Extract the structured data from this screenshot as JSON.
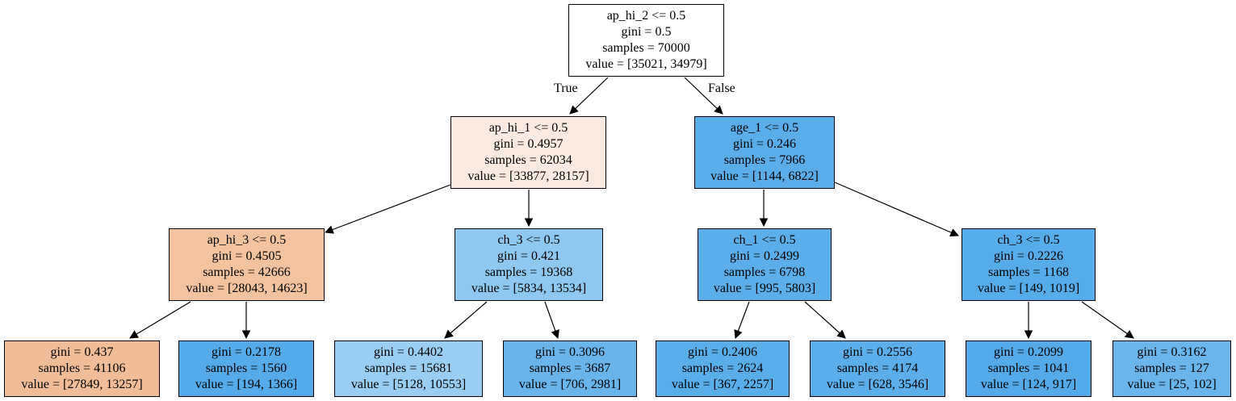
{
  "tree": {
    "branch_labels": {
      "true_label": "True",
      "false_label": "False"
    },
    "nodes": {
      "n0": {
        "split": "ap_hi_2 <= 0.5",
        "gini": "gini = 0.5",
        "samples": "samples = 70000",
        "value": "value = [35021, 34979]",
        "fill": "#ffffff"
      },
      "n1": {
        "split": "ap_hi_1 <= 0.5",
        "gini": "gini = 0.4957",
        "samples": "samples = 62034",
        "value": "value = [33877, 28157]",
        "fill": "#fbeadf"
      },
      "n2": {
        "split": "ap_hi_3 <= 0.5",
        "gini": "gini = 0.4505",
        "samples": "samples = 42666",
        "value": "value = [28043, 14623]",
        "fill": "#f3c3a0"
      },
      "n3": {
        "gini": "gini = 0.437",
        "samples": "samples = 41106",
        "value": "value = [27849, 13257]",
        "fill": "#f1bd98"
      },
      "n4": {
        "gini": "gini = 0.2178",
        "samples": "samples = 1560",
        "value": "value = [194, 1366]",
        "fill": "#55abe9"
      },
      "n5": {
        "split": "ch_3 <= 0.5",
        "gini": "gini = 0.421",
        "samples": "samples = 19368",
        "value": "value = [5834, 13534]",
        "fill": "#8ec7f0"
      },
      "n6": {
        "gini": "gini = 0.4402",
        "samples": "samples = 15681",
        "value": "value = [5128, 10553]",
        "fill": "#99cdf2"
      },
      "n7": {
        "gini": "gini = 0.3096",
        "samples": "samples = 3687",
        "value": "value = [706, 2981]",
        "fill": "#68b4eb"
      },
      "n8": {
        "split": "age_1 <= 0.5",
        "gini": "gini = 0.246",
        "samples": "samples = 7966",
        "value": "value = [1144, 6822]",
        "fill": "#5aade9"
      },
      "n9": {
        "split": "ch_1 <= 0.5",
        "gini": "gini = 0.2499",
        "samples": "samples = 6798",
        "value": "value = [995, 5803]",
        "fill": "#5baee9"
      },
      "n10": {
        "gini": "gini = 0.2406",
        "samples": "samples = 2624",
        "value": "value = [367, 2257]",
        "fill": "#59ade9"
      },
      "n11": {
        "gini": "gini = 0.2556",
        "samples": "samples = 4174",
        "value": "value = [628, 3546]",
        "fill": "#5caeea"
      },
      "n12": {
        "split": "ch_3 <= 0.5",
        "gini": "gini = 0.2226",
        "samples": "samples = 1168",
        "value": "value = [149, 1019]",
        "fill": "#56abe9"
      },
      "n13": {
        "gini": "gini = 0.2099",
        "samples": "samples = 1041",
        "value": "value = [124, 917]",
        "fill": "#54aae9"
      },
      "n14": {
        "gini": "gini = 0.3162",
        "samples": "samples = 127",
        "value": "value = [25, 102]",
        "fill": "#6ab5eb"
      }
    }
  }
}
